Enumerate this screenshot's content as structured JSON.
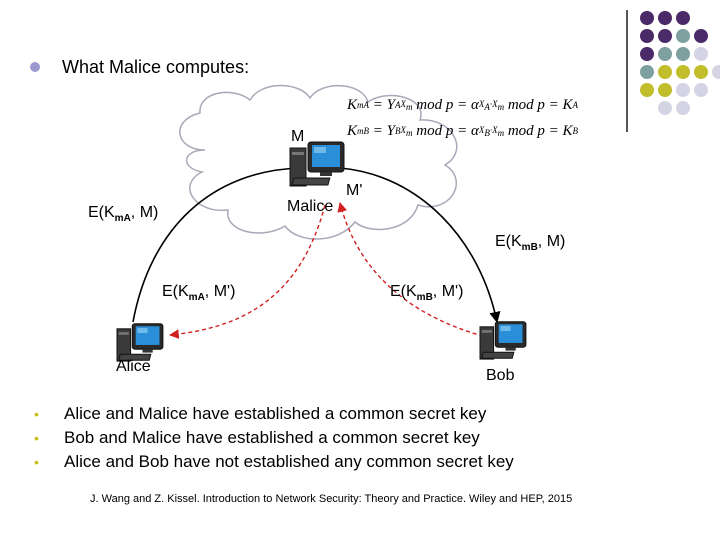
{
  "heading": "What Malice computes:",
  "equations": [
    {
      "lhs": "K",
      "lhs_sub": "mA",
      "eq1": "= Y",
      "y_sub": "A",
      "exp": "X",
      "exp_sub": "m",
      "mid": "mod p = α",
      "exp2": "X",
      "exp2_sub1": "A",
      "exp2_dot": "·X",
      "exp2_sub2": "m",
      "tail": "mod p = K",
      "tail_sub": "A"
    },
    {
      "lhs": "K",
      "lhs_sub": "mB",
      "eq1": "= Y",
      "y_sub": "B",
      "exp": "X",
      "exp_sub": "m",
      "mid": "mod p = α",
      "exp2": "X",
      "exp2_sub1": "B",
      "exp2_dot": "·X",
      "exp2_sub2": "m",
      "tail": "mod p = K",
      "tail_sub": "B"
    }
  ],
  "nodes": {
    "m_label": "M",
    "malice_label": "Malice",
    "m_prime_label": "M'",
    "alice_label": "Alice",
    "bob_label": "Bob"
  },
  "edge_labels": {
    "left_outer": {
      "prefix": "E(K",
      "sub": "mA",
      "suffix": ", M)"
    },
    "right_outer": {
      "prefix": "E(K",
      "sub": "mB",
      "suffix": ", M)"
    },
    "left_inner": {
      "prefix": "E(K",
      "sub": "mA",
      "suffix": ", M')"
    },
    "right_inner": {
      "prefix": "E(K",
      "sub": "mB",
      "suffix": ", M')"
    }
  },
  "bullets": [
    "Alice and Malice have established a common secret key",
    "Bob and Malice have established a common secret key",
    "Alice and Bob have not established any common secret key"
  ],
  "citation": "J. Wang and Z. Kissel. Introduction to Network Security: Theory and Practice. Wiley and HEP, 2015",
  "colors": {
    "purple": "#4a2a68",
    "teal": "#7fa0a0",
    "olive": "#c2bd2a",
    "lavender": "#d4d4e4",
    "arrow_red": "#d02020",
    "heading_bullet": "#9b9ad0",
    "bullet_dot": "#c7c01a"
  },
  "icons": [
    "computer-icon",
    "cloud-shape"
  ]
}
